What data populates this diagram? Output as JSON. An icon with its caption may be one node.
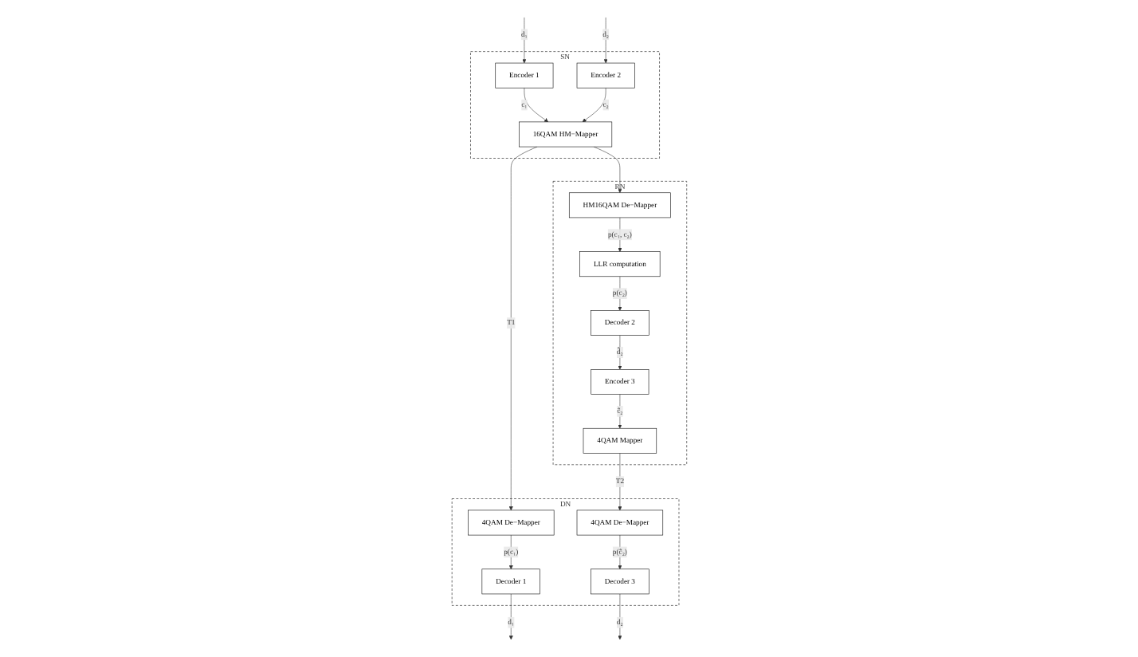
{
  "diagram": {
    "nodes": [
      {
        "text": [
          "SN"
        ]
      },
      {
        "text": [
          "Encoder 1"
        ],
        "in": 0
      },
      {
        "text": [
          "Encoder 2"
        ],
        "in": 0
      },
      {
        "text": [
          "16QAM HM−Mapper"
        ],
        "in": 0
      },
      {
        "text": [
          "DN"
        ]
      },
      {
        "text": [
          "4QAM De−Mapper"
        ],
        "in": 4
      },
      {
        "text": [
          "Decoder 1"
        ],
        "in": 4
      },
      {
        "text": [
          "4QAM De−Mapper"
        ],
        "in": 4
      },
      {
        "text": [
          "Decoder 3"
        ],
        "in": 4
      },
      {
        "text": [
          "RN"
        ]
      },
      {
        "text": [
          "HM16QAM De−Mapper"
        ],
        "in": 9
      },
      {
        "text": [
          "LLR computation"
        ],
        "in": 9
      },
      {
        "text": [
          "Decoder 2"
        ],
        "in": 9
      },
      {
        "text": [
          "Encoder 3"
        ],
        "in": 9
      },
      {
        "text": [
          "4QAM Mapper"
        ],
        "in": 9
      }
    ],
    "edges": [
      {
        "from": null,
        "to": 1,
        "arrow": "to",
        "label": "d₁"
      },
      {
        "from": null,
        "to": 2,
        "arrow": "to",
        "label": "d₂"
      },
      {
        "from": 1,
        "to": 3,
        "arrow": "to",
        "label": "c₁"
      },
      {
        "from": 2,
        "to": 3,
        "arrow": "to",
        "label": "c₂"
      },
      {
        "from": 3,
        "to": 5,
        "arrow": "to",
        "label": "T1"
      },
      {
        "from": 3,
        "to": 10,
        "arrow": "to"
      },
      {
        "from": 5,
        "to": 6,
        "arrow": "to",
        "label": "p(c₁)"
      },
      {
        "from": 6,
        "to": null,
        "arrow": "to",
        "label": "d₁"
      },
      {
        "from": 7,
        "to": 8,
        "arrow": "to",
        "label": "p(ĉ₂)"
      },
      {
        "from": 8,
        "to": null,
        "arrow": "to",
        "label": "d₂"
      },
      {
        "from": 10,
        "to": 11,
        "arrow": "to",
        "label": "p(c₁, c₂)"
      },
      {
        "from": 11,
        "to": 12,
        "arrow": "to",
        "label": "p(c₂)"
      },
      {
        "from": 12,
        "to": 13,
        "arrow": "to",
        "label": "d̂₂"
      },
      {
        "from": 13,
        "to": 14,
        "arrow": "to",
        "label": "ĉ₂"
      },
      {
        "from": 14,
        "to": 7,
        "arrow": "to",
        "label": "T2"
      }
    ]
  }
}
